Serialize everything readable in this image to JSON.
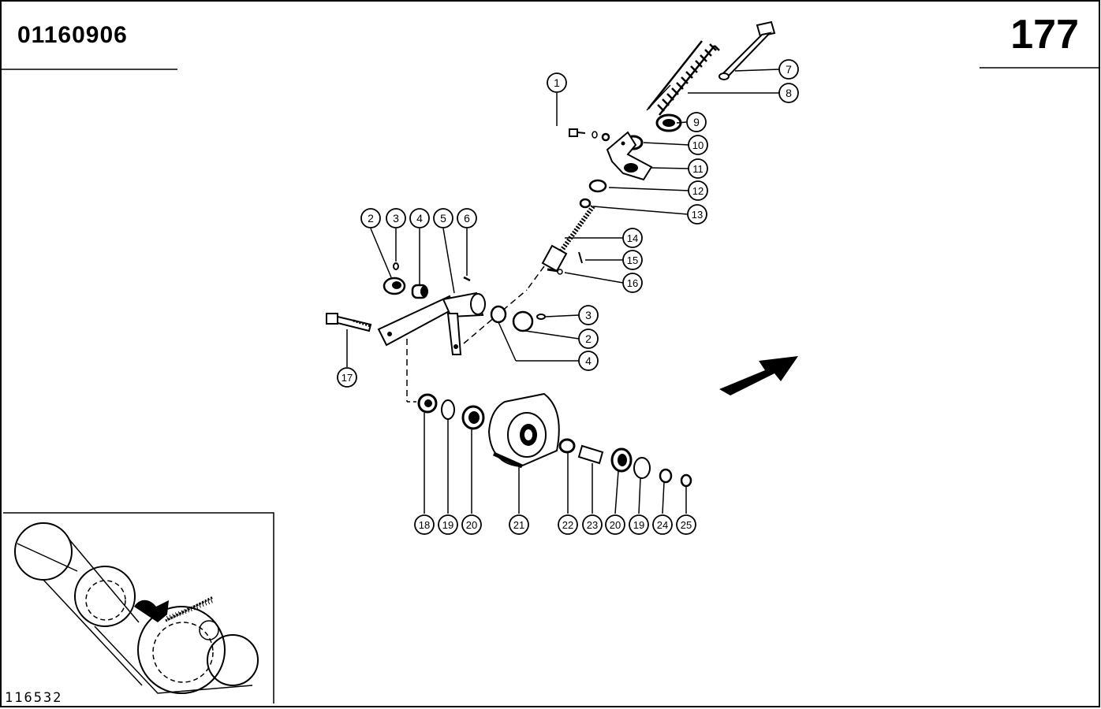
{
  "header": {
    "document_number": "01160906",
    "page_number": "177"
  },
  "footer": {
    "image_reference": "116532"
  },
  "callouts": [
    {
      "id": "c1",
      "label": "1"
    },
    {
      "id": "c2a",
      "label": "2"
    },
    {
      "id": "c3a",
      "label": "3"
    },
    {
      "id": "c4a",
      "label": "4"
    },
    {
      "id": "c5",
      "label": "5"
    },
    {
      "id": "c6",
      "label": "6"
    },
    {
      "id": "c7",
      "label": "7"
    },
    {
      "id": "c8",
      "label": "8"
    },
    {
      "id": "c9",
      "label": "9"
    },
    {
      "id": "c10",
      "label": "10"
    },
    {
      "id": "c11",
      "label": "11"
    },
    {
      "id": "c12",
      "label": "12"
    },
    {
      "id": "c13",
      "label": "13"
    },
    {
      "id": "c14",
      "label": "14"
    },
    {
      "id": "c15",
      "label": "15"
    },
    {
      "id": "c16",
      "label": "16"
    },
    {
      "id": "c3b",
      "label": "3"
    },
    {
      "id": "c2b",
      "label": "2"
    },
    {
      "id": "c4b",
      "label": "4"
    },
    {
      "id": "c17",
      "label": "17"
    },
    {
      "id": "c18",
      "label": "18"
    },
    {
      "id": "c19a",
      "label": "19"
    },
    {
      "id": "c20a",
      "label": "20"
    },
    {
      "id": "c21",
      "label": "21"
    },
    {
      "id": "c22",
      "label": "22"
    },
    {
      "id": "c23",
      "label": "23"
    },
    {
      "id": "c20b",
      "label": "20"
    },
    {
      "id": "c19b",
      "label": "19"
    },
    {
      "id": "c24",
      "label": "24"
    },
    {
      "id": "c25",
      "label": "25"
    }
  ]
}
